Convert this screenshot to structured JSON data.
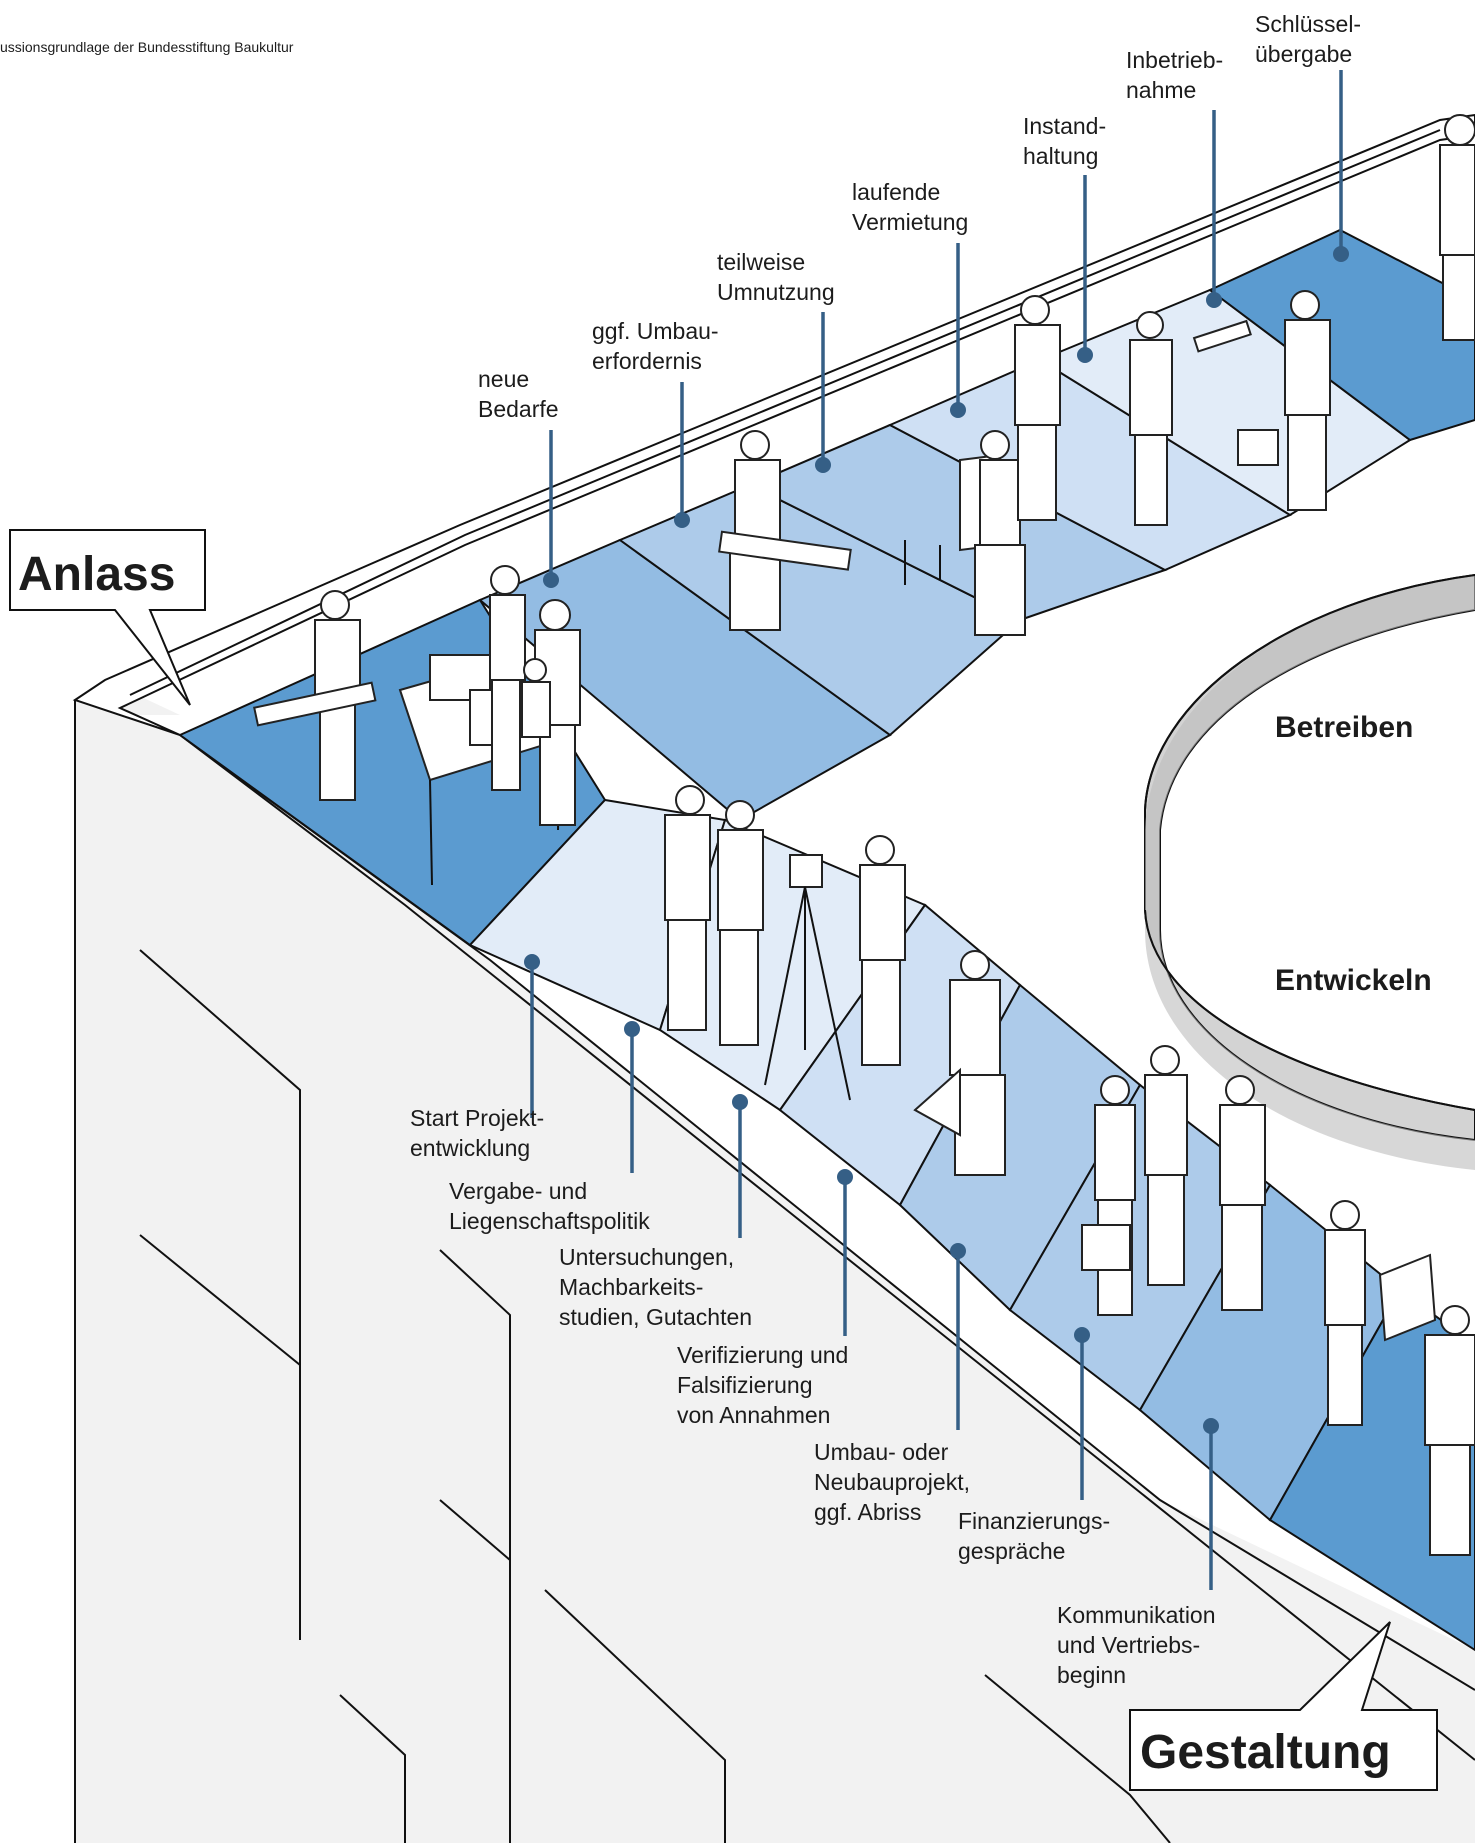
{
  "header": {
    "title_fragment": "",
    "subtitle": "ussionsgrundlage der Bundesstiftung Baukultur"
  },
  "callouts": {
    "start": "Anlass",
    "end": "Gestaltung"
  },
  "phases": {
    "upper": "Betreiben",
    "lower": "Entwickeln"
  },
  "upper_steps": [
    {
      "lines": [
        "neue",
        "Bedarfe"
      ]
    },
    {
      "lines": [
        "ggf. Umbau-",
        "erfordernis"
      ]
    },
    {
      "lines": [
        "teilweise",
        "Umnutzung"
      ]
    },
    {
      "lines": [
        "laufende",
        "Vermietung"
      ]
    },
    {
      "lines": [
        "Instand-",
        "haltung"
      ]
    },
    {
      "lines": [
        "Inbetrieb-",
        "nahme"
      ]
    },
    {
      "lines": [
        "Schlüssel-",
        "übergabe"
      ]
    }
  ],
  "lower_steps": [
    {
      "lines": [
        "Start Projekt-",
        "entwicklung"
      ]
    },
    {
      "lines": [
        "Vergabe- und",
        "Liegenschaftspolitik"
      ]
    },
    {
      "lines": [
        "Untersuchungen,",
        "Machbarkeits-",
        "studien, Gutachten"
      ]
    },
    {
      "lines": [
        "Verifizierung und",
        "Falsifizierung",
        "von Annahmen"
      ]
    },
    {
      "lines": [
        "Umbau- oder",
        "Neubauprojekt,",
        "ggf. Abriss"
      ]
    },
    {
      "lines": [
        "Finanzierungs-",
        "gespräche"
      ]
    },
    {
      "lines": [
        "Kommunikation",
        "und Vertriebs-",
        "beginn"
      ]
    }
  ],
  "colors": {
    "dark_blue": "#5b9bd0",
    "mid_blue": "#93bce3",
    "light_blue": "#adcbea",
    "pale_blue": "#cfe0f4",
    "palest_blue": "#e2ecf8",
    "leader": "#355f86",
    "building": "#f2f2f2"
  }
}
